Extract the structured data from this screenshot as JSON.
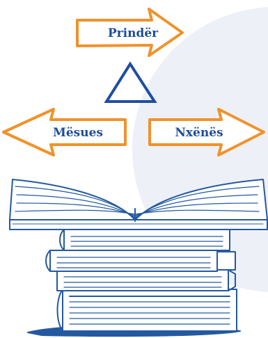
{
  "diagram": {
    "labels": {
      "top": "Prindër",
      "left": "Mësues",
      "right": "Nxënës"
    },
    "colors": {
      "arrow_stroke": "#f0922b",
      "label_text": "#1e4d9a",
      "triangle": "#1f4ea0",
      "books": "#24599f",
      "background_circle": "#eef0f8"
    },
    "icons": [
      "triangle-icon",
      "book-stack-icon"
    ]
  }
}
